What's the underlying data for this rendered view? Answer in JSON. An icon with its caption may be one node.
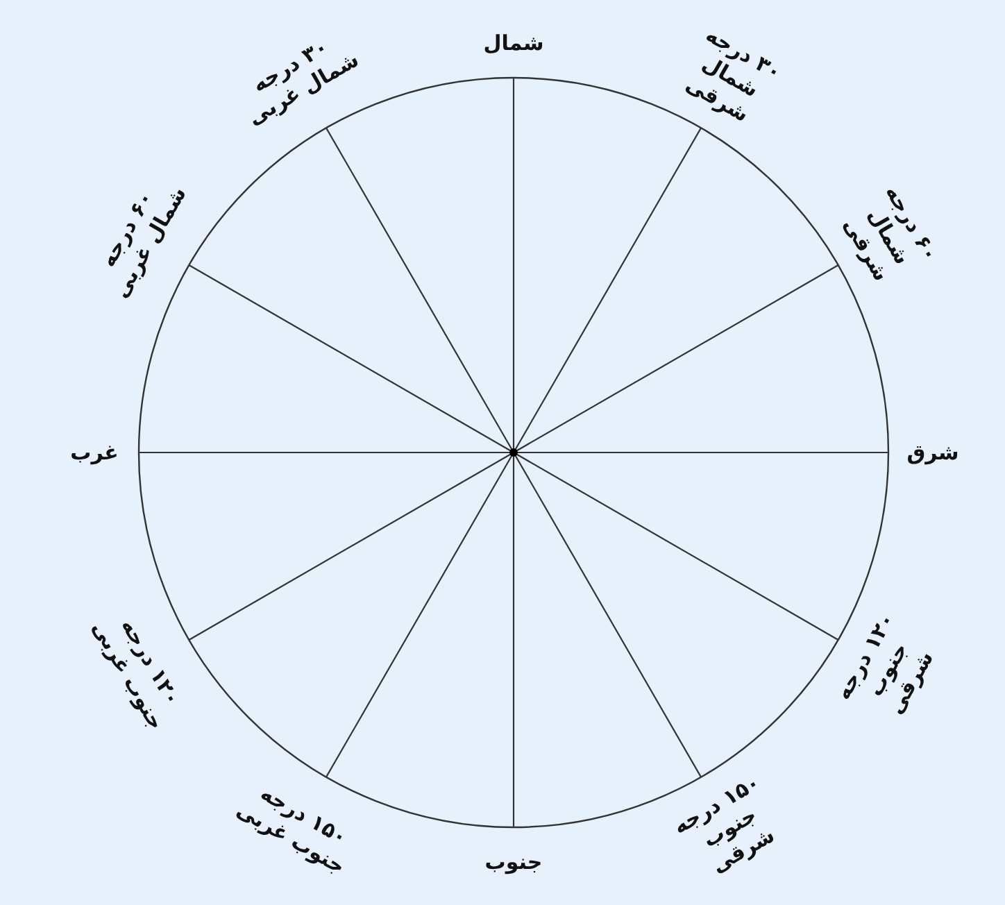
{
  "diagram": {
    "labels": [
      "شمال",
      "۳۰ درجه شمال شرقی",
      "۶۰ درجه شمال شرقی",
      "شرق",
      "۱۲۰ درجه جنوب شرقی",
      "۱۵۰ درجه جنوب شرقی",
      "جنوب",
      "۱۵۰ درجه جنوب غربی",
      "۱۲۰ درجه جنوب غربی",
      "غرب",
      "۶۰ درجه شمال غربی",
      "۳۰ درجه شمال غربی"
    ]
  }
}
